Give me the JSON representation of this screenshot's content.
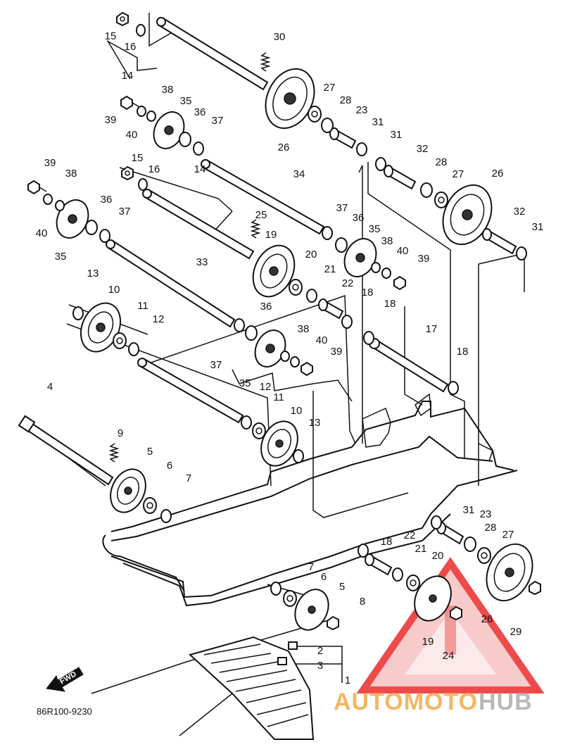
{
  "diagram": {
    "code": "86R100-9230",
    "forward_label": "FWD",
    "callouts": [
      {
        "id": "c15a",
        "label": "15"
      },
      {
        "id": "c16a",
        "label": "16"
      },
      {
        "id": "c14a",
        "label": "14"
      },
      {
        "id": "c30",
        "label": "30"
      },
      {
        "id": "c27a",
        "label": "27"
      },
      {
        "id": "c28a",
        "label": "28"
      },
      {
        "id": "c23a",
        "label": "23"
      },
      {
        "id": "c31a",
        "label": "31"
      },
      {
        "id": "c26a",
        "label": "26"
      },
      {
        "id": "c38a",
        "label": "38"
      },
      {
        "id": "c35a",
        "label": "35"
      },
      {
        "id": "c36a",
        "label": "36"
      },
      {
        "id": "c37a",
        "label": "37"
      },
      {
        "id": "c39a",
        "label": "39"
      },
      {
        "id": "c40a",
        "label": "40"
      },
      {
        "id": "c15b",
        "label": "15"
      },
      {
        "id": "c16b",
        "label": "16"
      },
      {
        "id": "c14b",
        "label": "14"
      },
      {
        "id": "c34",
        "label": "34"
      },
      {
        "id": "c31b",
        "label": "31"
      },
      {
        "id": "c32a",
        "label": "32"
      },
      {
        "id": "c28b",
        "label": "28"
      },
      {
        "id": "c27b",
        "label": "27"
      },
      {
        "id": "c26b",
        "label": "26"
      },
      {
        "id": "c32b",
        "label": "32"
      },
      {
        "id": "c31c",
        "label": "31"
      },
      {
        "id": "c39b",
        "label": "39"
      },
      {
        "id": "c38b",
        "label": "38"
      },
      {
        "id": "c36b",
        "label": "36"
      },
      {
        "id": "c37b",
        "label": "37"
      },
      {
        "id": "c40b",
        "label": "40"
      },
      {
        "id": "c35b",
        "label": "35"
      },
      {
        "id": "c25",
        "label": "25"
      },
      {
        "id": "c37c",
        "label": "37"
      },
      {
        "id": "c36c",
        "label": "36"
      },
      {
        "id": "c35c",
        "label": "35"
      },
      {
        "id": "c19a",
        "label": "19"
      },
      {
        "id": "c38c",
        "label": "38"
      },
      {
        "id": "c40c",
        "label": "40"
      },
      {
        "id": "c39c",
        "label": "39"
      },
      {
        "id": "c20a",
        "label": "20"
      },
      {
        "id": "c21a",
        "label": "21"
      },
      {
        "id": "c22a",
        "label": "22"
      },
      {
        "id": "c18a",
        "label": "18"
      },
      {
        "id": "c33",
        "label": "33"
      },
      {
        "id": "c13a",
        "label": "13"
      },
      {
        "id": "c10a",
        "label": "10"
      },
      {
        "id": "c11a",
        "label": "11"
      },
      {
        "id": "c12a",
        "label": "12"
      },
      {
        "id": "c36d",
        "label": "36"
      },
      {
        "id": "c38d",
        "label": "38"
      },
      {
        "id": "c40d",
        "label": "40"
      },
      {
        "id": "c39d",
        "label": "39"
      },
      {
        "id": "c37d",
        "label": "37"
      },
      {
        "id": "c35d",
        "label": "35"
      },
      {
        "id": "c18b",
        "label": "18"
      },
      {
        "id": "c17",
        "label": "17"
      },
      {
        "id": "c18c",
        "label": "18"
      },
      {
        "id": "c4",
        "label": "4"
      },
      {
        "id": "c12b",
        "label": "12"
      },
      {
        "id": "c11b",
        "label": "11"
      },
      {
        "id": "c10b",
        "label": "10"
      },
      {
        "id": "c13b",
        "label": "13"
      },
      {
        "id": "c9",
        "label": "9"
      },
      {
        "id": "c5a",
        "label": "5"
      },
      {
        "id": "c6a",
        "label": "6"
      },
      {
        "id": "c7a",
        "label": "7"
      },
      {
        "id": "c31d",
        "label": "31"
      },
      {
        "id": "c23b",
        "label": "23"
      },
      {
        "id": "c28c",
        "label": "28"
      },
      {
        "id": "c27c",
        "label": "27"
      },
      {
        "id": "c18d",
        "label": "18"
      },
      {
        "id": "c22b",
        "label": "22"
      },
      {
        "id": "c21b",
        "label": "21"
      },
      {
        "id": "c20b",
        "label": "20"
      },
      {
        "id": "c7b",
        "label": "7"
      },
      {
        "id": "c6b",
        "label": "6"
      },
      {
        "id": "c5b",
        "label": "5"
      },
      {
        "id": "c8",
        "label": "8"
      },
      {
        "id": "c26c",
        "label": "26"
      },
      {
        "id": "c29",
        "label": "29"
      },
      {
        "id": "c19b",
        "label": "19"
      },
      {
        "id": "c24",
        "label": "24"
      },
      {
        "id": "c2",
        "label": "2"
      },
      {
        "id": "c3",
        "label": "3"
      },
      {
        "id": "c1",
        "label": "1"
      }
    ]
  },
  "watermark": {
    "text_orange": "AUTOMOTO",
    "text_gray": "HUB",
    "color_orange": "#f5b562",
    "color_gray": "#b9b9b9",
    "triangle_color": "#ee4a4a"
  }
}
